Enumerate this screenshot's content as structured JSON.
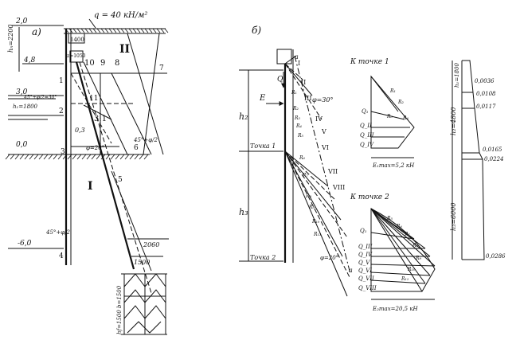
{
  "panel_a": {
    "label": "а)",
    "load": "q = 40 кН/м²",
    "dim_top": "2,0",
    "dim_hn": "hₙ=2200",
    "dim_48": "4,8",
    "dim_30": "3,0",
    "dim_h1": "h₁=1800",
    "dim_00": "0,0",
    "dim_60": "-6,0",
    "dim_1400": "1400",
    "dim_z": "z=1050",
    "angle_upper": "45°+φ/2=30°",
    "angle_right": "45°+φ/2",
    "angle_lower": "45°+φ/2",
    "angle_03": "0,3",
    "angle_phi": "φ=20°",
    "slope": "3:1",
    "zone_upper": "II",
    "zone_lower": "I",
    "pt1": "1",
    "pt2": "2",
    "pt3": "3",
    "pt4": "4",
    "pt5": "5",
    "pt6": "6",
    "pt7": "7",
    "pt8": "8",
    "pt9": "9",
    "pt10": "10",
    "pt11": "11",
    "dim_2060": "2060",
    "dim_1500": "1500",
    "dim_hf": "hf=1500 b=1500"
  },
  "panel_b": {
    "label": "б)",
    "h2": "h₂",
    "h3": "h₃",
    "E": "E",
    "Q": "Q",
    "phi30": "φ=30°",
    "phi20": "φ=20°",
    "point1": "Точка 1",
    "point2": "Точка 2",
    "a_top": "а",
    "a_bot": "а",
    "roman": [
      "I",
      "II",
      "III",
      "IV",
      "V",
      "VI",
      "VII",
      "VIII"
    ],
    "R": [
      "R₁",
      "R₂",
      "R₃",
      "R₄",
      "R₅",
      "R₆",
      "R₇",
      "R₈",
      "R₉",
      "R₁₀",
      "R₁₁"
    ]
  },
  "poly1": {
    "title": "К точке 1",
    "q_labels": [
      "Q₁",
      "Q_II",
      "Q_III",
      "Q_IV"
    ],
    "R_labels": [
      "R₁",
      "R₂",
      "R₃",
      "R₄"
    ],
    "emax": "E₁max=5,2 кН"
  },
  "poly2": {
    "title": "К точке 2",
    "q_labels": [
      "Q₁",
      "Q_III",
      "Q_IV",
      "Q_V",
      "Q_VI",
      "Q_VII",
      "Q_VIII"
    ],
    "R_labels": [
      "R₅",
      "R₆",
      "R₇",
      "R₈",
      "R₉",
      "R₁₀",
      "R₁₁"
    ],
    "emax": "E₂max=20,5 кН"
  },
  "profile": {
    "h1": "h₁=1800",
    "h2": "h₂=4800",
    "h3": "h₃=6000",
    "v1": "0,0036",
    "v2": "0,0108",
    "v3": "0,0117",
    "v4": "0,0165",
    "v5": "0,0224",
    "v6": "0,0286"
  }
}
